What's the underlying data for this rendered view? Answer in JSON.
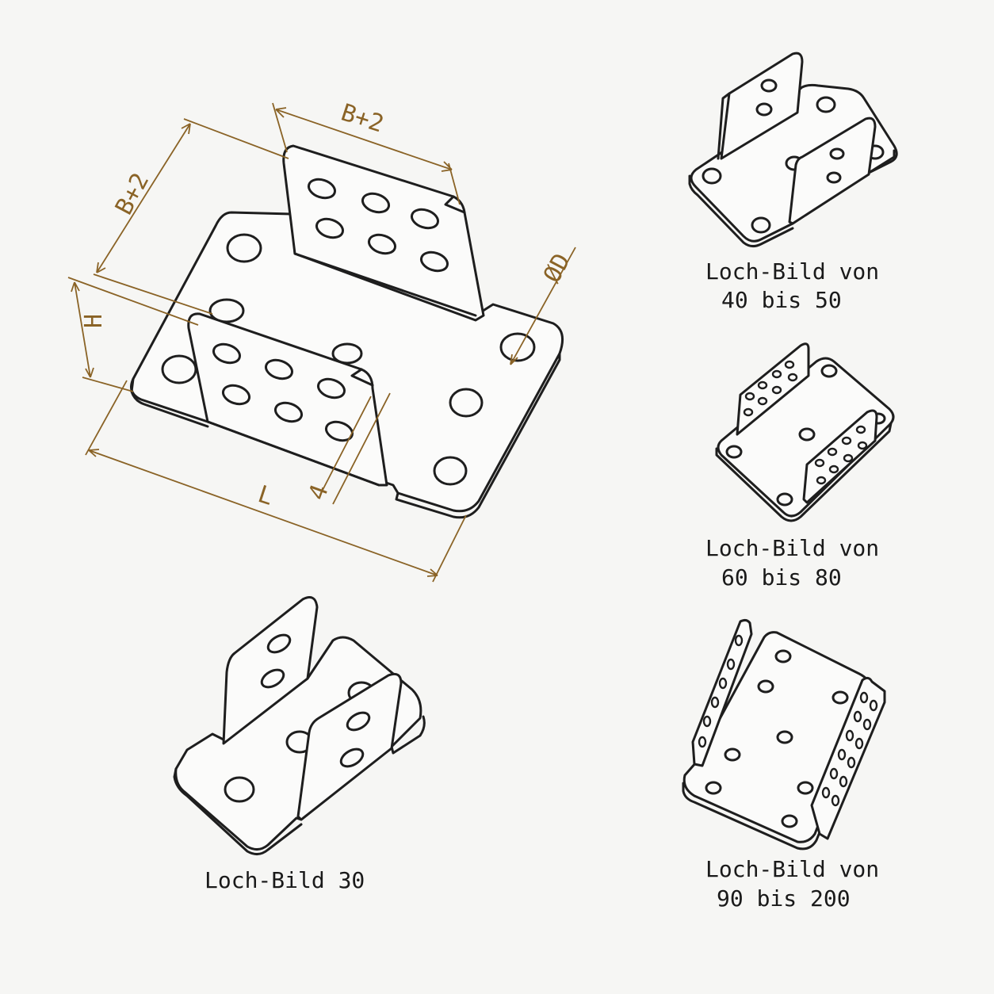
{
  "dimensions": {
    "width_top": "B+2",
    "width_left": "B+2",
    "height": "H",
    "length": "L",
    "thickness": "4",
    "diameter": "ØD"
  },
  "captions": {
    "pattern_40_50_line1": "Loch-Bild von",
    "pattern_40_50_line2": "40 bis 50",
    "pattern_60_80_line1": "Loch-Bild von",
    "pattern_60_80_line2": "60 bis 80",
    "pattern_30": "Loch-Bild 30",
    "pattern_90_200_line1": "Loch-Bild von",
    "pattern_90_200_line2": "90 bis 200"
  },
  "colors": {
    "dimension": "#8a6326",
    "line": "#1e1e1e",
    "background": "#f6f6f4"
  }
}
